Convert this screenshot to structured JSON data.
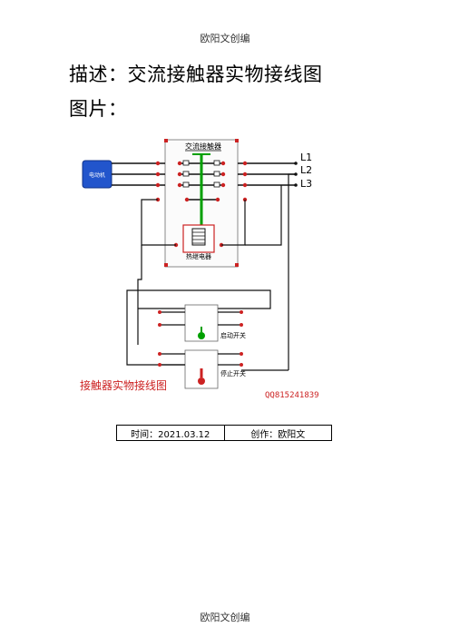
{
  "header": {
    "text": "欧阳文创编"
  },
  "title": {
    "label": "描述：",
    "value": "交流接触器实物接线图"
  },
  "subtitle": {
    "label": "图片："
  },
  "diagram": {
    "contactor_label": "交流接触器",
    "relay_label": "热继电器",
    "motor_label": "电动机",
    "phase_labels": [
      "L1",
      "L2",
      "L3"
    ],
    "start_label": "启动开关",
    "stop_label": "停止开关",
    "caption": "接触器实物接线图",
    "qq": "QQ815241839",
    "colors": {
      "red": "#cc2222",
      "green": "#00a000",
      "blue": "#2255cc",
      "dark": "#111111"
    }
  },
  "info": {
    "time": "时间：2021.03.12",
    "author": "创作：欧阳文"
  },
  "footer": {
    "text": "欧阳文创编"
  }
}
